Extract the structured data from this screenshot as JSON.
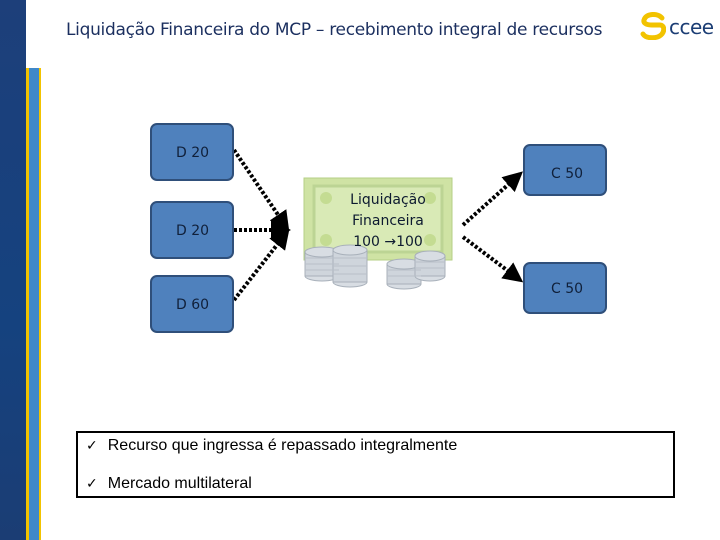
{
  "slide": {
    "title": "Liquidação Financeira do MCP – recebimento integral de recursos"
  },
  "logo": {
    "text": "ccee",
    "icon": "ccee-logo-icon",
    "colors": {
      "mark": "#f2c300",
      "text": "#1b3d74"
    }
  },
  "diagram": {
    "debits": [
      {
        "label": "D 20"
      },
      {
        "label": "D 20"
      },
      {
        "label": "D 60"
      }
    ],
    "credits": [
      {
        "label": "C 50"
      },
      {
        "label": "C 50"
      }
    ],
    "center": {
      "line1": "Liquidação",
      "line2": "Financeira",
      "line3": "100 →100",
      "icon": "money-coins-icon"
    },
    "colors": {
      "node_fill": "#4f81bd",
      "node_border": "#2f4f7a",
      "arrow": "#000000"
    }
  },
  "bullets": {
    "check_glyph": "✓",
    "items": [
      {
        "text": "Recurso que ingressa é repassado integralmente"
      },
      {
        "text": "Mercado multilateral"
      }
    ]
  },
  "theme": {
    "navy": "#1d3f7a",
    "yellow": "#f2c300",
    "light_blue": "#3f88c9"
  }
}
